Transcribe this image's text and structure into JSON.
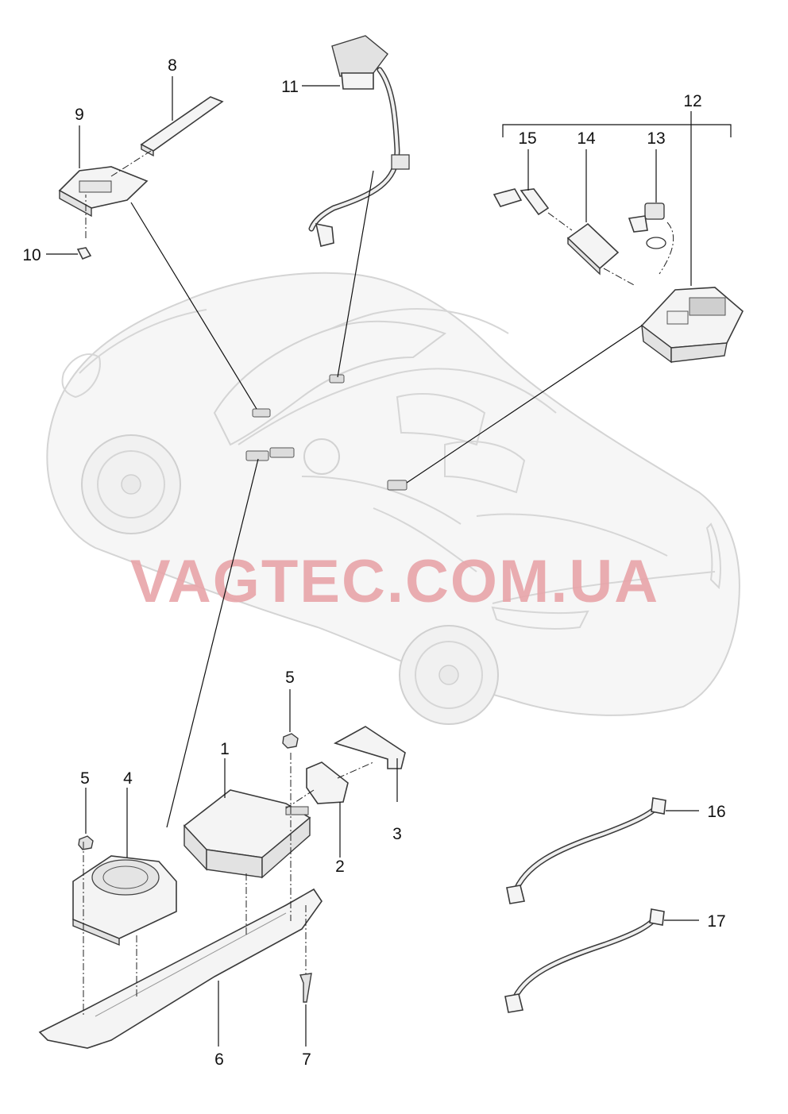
{
  "diagram": {
    "watermark": "VAGTEC.COM.UA",
    "colors": {
      "watermark": "#e8a4a8",
      "car_body": "#f6f6f6",
      "part_outline": "#3a3a3a",
      "leader": "#111111"
    },
    "callouts": [
      "1",
      "2",
      "3",
      "4",
      "5",
      "5",
      "6",
      "7",
      "8",
      "9",
      "10",
      "11",
      "12",
      "13",
      "14",
      "15",
      "16",
      "17"
    ]
  }
}
